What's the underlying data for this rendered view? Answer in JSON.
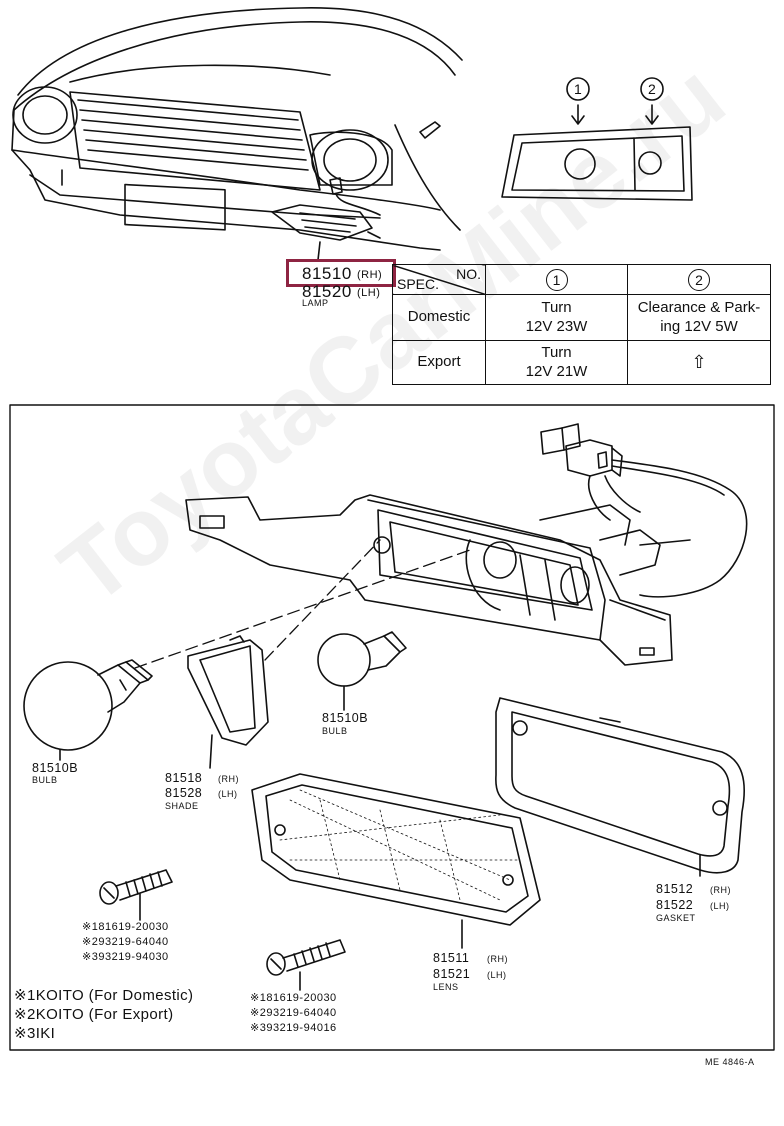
{
  "header": {
    "part_number": "81510",
    "part_side": "(RH)",
    "part_number_lh": "81520",
    "part_side_lh": "(LH)",
    "part_name": "LAMP",
    "marker_1": "1",
    "marker_2": "2"
  },
  "spec_table": {
    "no_label": "NO.",
    "spec_label": "SPEC.",
    "col1": "1",
    "col2": "2",
    "rows": [
      {
        "label": "Domestic",
        "c1_l1": "Turn",
        "c1_l2": "12V 23W",
        "c2_l1": "Clearance & Park-",
        "c2_l2": "ing 12V 5W"
      },
      {
        "label": "Export",
        "c1_l1": "Turn",
        "c1_l2": "12V 21W",
        "c2_l1": "⇧",
        "c2_l2": ""
      }
    ]
  },
  "parts": {
    "bulb_left": {
      "number": "81510B",
      "name": "BULB"
    },
    "bulb_right": {
      "number": "81510B",
      "name": "BULB"
    },
    "shade": {
      "number_rh": "81518",
      "side_rh": "(RH)",
      "number_lh": "81528",
      "side_lh": "(LH)",
      "name": "SHADE"
    },
    "gasket": {
      "number_rh": "81512",
      "side_rh": "(RH)",
      "number_lh": "81522",
      "side_lh": "(LH)",
      "name": "GASKET"
    },
    "lens": {
      "number_rh": "81511",
      "side_rh": "(RH)",
      "number_lh": "81521",
      "side_lh": "(LH)",
      "name": "LENS"
    },
    "screw_left": [
      "※181619-20030",
      "※293219-64040",
      "※393219-94030"
    ],
    "screw_right": [
      "※181619-20030",
      "※293219-64040",
      "※393219-94016"
    ]
  },
  "notes": [
    "※1KOITO (For Domestic)",
    "※2KOITO (For Export)",
    "※3IKI"
  ],
  "figure_code": "ME 4846-A",
  "watermark": "ToyotaCarMine.ru",
  "colors": {
    "highlight": "#8e2442",
    "ink": "#111111"
  }
}
